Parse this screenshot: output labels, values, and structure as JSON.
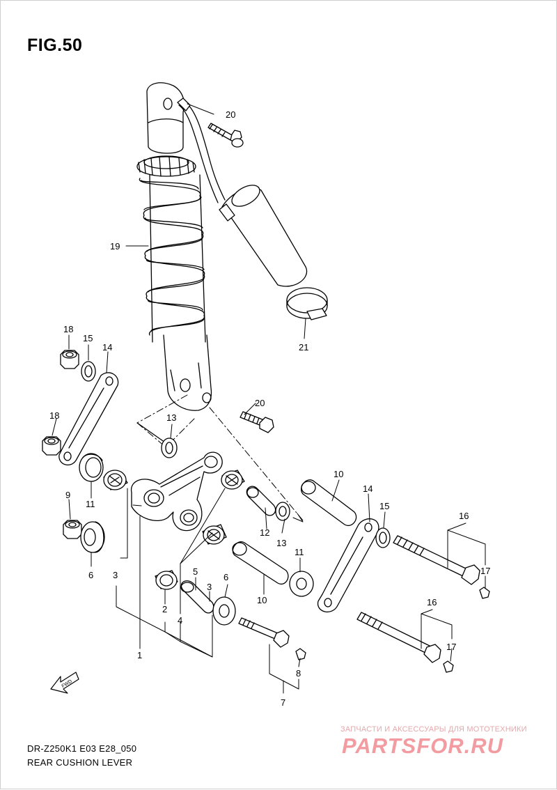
{
  "figure": {
    "title": "FIG.50",
    "model_code": "DR-Z250K1  E03  E28_050",
    "section_name": "REAR CUSHION LEVER",
    "fwd_label": "FWD"
  },
  "callouts": {
    "c1": "1",
    "c2": "2",
    "c3a": "3",
    "c3b": "3",
    "c4": "4",
    "c5": "5",
    "c6a": "6",
    "c6b": "6",
    "c7": "7",
    "c8": "8",
    "c9": "9",
    "c10a": "10",
    "c10b": "10",
    "c11a": "11",
    "c11b": "11",
    "c12": "12",
    "c13a": "13",
    "c13b": "13",
    "c14a": "14",
    "c14b": "14",
    "c15a": "15",
    "c15b": "15",
    "c16a": "16",
    "c16b": "16",
    "c17a": "17",
    "c17b": "17",
    "c18a": "18",
    "c18b": "18",
    "c19": "19",
    "c20a": "20",
    "c20b": "20",
    "c21": "21"
  },
  "watermark": {
    "tagline": "ЗАПЧАСТИ И АКСЕССУАРЫ ДЛЯ МОТОТЕХНИКИ",
    "brand": "PARTSFOR.RU",
    "color": "#e94b56"
  }
}
